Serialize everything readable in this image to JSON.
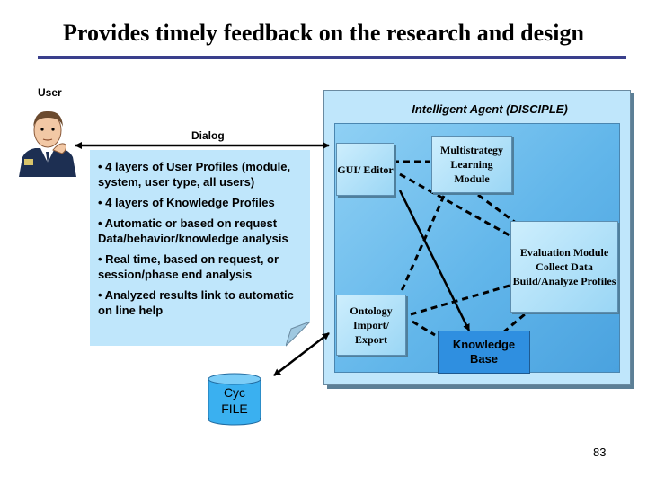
{
  "slide": {
    "title": "Provides timely feedback on the research and design",
    "page_number": "83"
  },
  "labels": {
    "user": "User",
    "agent_title": "Intelligent Agent (DISCIPLE)",
    "dialog": "Dialog"
  },
  "note_items": [
    "• 4 layers of User Profiles (module, system, user type, all users)",
    "• 4 layers of Knowledge Profiles",
    "• Automatic or based on request Data/behavior/knowledge analysis",
    "• Real time, based on request, or session/phase end analysis",
    "• Analyzed results link to automatic on line help"
  ],
  "modules": {
    "gui": "GUI/ Editor",
    "learning": "Multistrategy Learning Module",
    "evaluation": "Evaluation Module Collect Data Build/Analyze Profiles",
    "ontology": "Ontology Import/ Export",
    "knowledge_base": "Knowledge Base"
  },
  "storage": {
    "cyc_line1": "Cyc",
    "cyc_line2": "FILE"
  },
  "colors": {
    "title_rule": "#3a3f8c",
    "agent_panel": "#bfe6fb",
    "agent_inner": "#62b6ea",
    "module_box": "#9ad6f5",
    "knowledge_base": "#2f8fe0",
    "cylinder": "#3ab0f0"
  }
}
